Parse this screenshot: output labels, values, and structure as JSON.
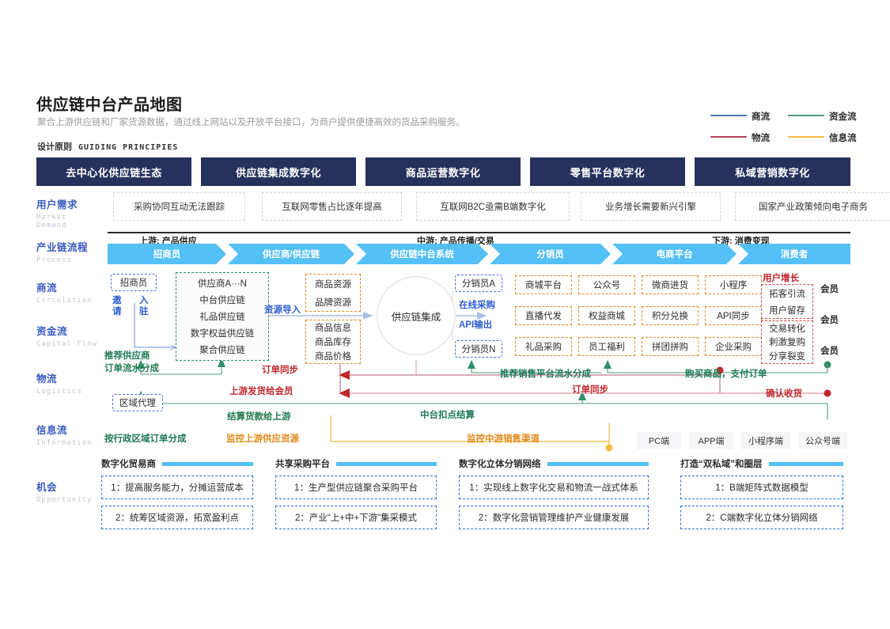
{
  "header": {
    "title": "供应链中台产品地图",
    "subtitle": "聚合上游供应链和厂家货源数据，通过线上网站以及开放平台接口，为商户提供便捷高效的货品采购服务。",
    "principles_cn": "设计原则",
    "principles_en": "GUIDING PRINCIPIES"
  },
  "legend": {
    "items": [
      {
        "label": "商流",
        "color": "#4a78c4"
      },
      {
        "label": "资金流",
        "color": "#4e9c7a"
      },
      {
        "label": "物流",
        "color": "#b5455f"
      },
      {
        "label": "信息流",
        "color": "#f2bb43"
      }
    ]
  },
  "pillars": [
    "去中心化供应链生态",
    "供应链集成数字化",
    "商品运营数字化",
    "零售平台数字化",
    "私域营销数字化"
  ],
  "sidebar": [
    {
      "cn": "用户需求",
      "en": "Market Demand"
    },
    {
      "cn": "产业链流程",
      "en": "Process"
    },
    {
      "cn": "商流",
      "en": "Circulation"
    },
    {
      "cn": "资金流",
      "en": "Capital Flow"
    },
    {
      "cn": "物流",
      "en": "Logistics"
    },
    {
      "cn": "信息流",
      "en": "Information"
    },
    {
      "cn": "机会",
      "en": "Opportunity"
    }
  ],
  "demand": [
    "采购协同互动无法跟踪",
    "互联网零售占比逐年提高",
    "互联网B2C亟需B端数字化",
    "业务增长需要新兴引擎",
    "国家产业政策倾向电子商务"
  ],
  "process": {
    "stage_labels": [
      "上游: 产品供应",
      "中游: 产品传播/交易",
      "下游: 消费变现"
    ],
    "steps": [
      "招商员",
      "供应商/供应链",
      "供应链中台系统",
      "分销员",
      "电商平台",
      "消费者"
    ]
  },
  "circulation": {
    "recruiter_box": "招商员",
    "recruiter_v1": "邀请",
    "recruiter_v2": "入驻",
    "recommend_supplier": "推荐供应商",
    "recommend_supplier2": "订单流水分成",
    "supplier_list": [
      "供应商A···N",
      "中台供应链",
      "礼品供应链",
      "数字权益供应链",
      "聚合供应链"
    ],
    "resource_import": "资源导入",
    "resource_box_1": [
      "商品资源",
      "品牌资源"
    ],
    "resource_box_2": [
      "商品信息",
      "商品库存",
      "商品价格"
    ],
    "center_circle": "供应链集成",
    "distributor_a": "分销员A",
    "distributor_n": "分销员N",
    "online_purchase": "在线采购",
    "api_output": "API输出",
    "channels": [
      [
        "商城平台",
        "公众号",
        "微商进货",
        "小程序"
      ],
      [
        "直播代发",
        "权益商城",
        "积分兑换",
        "API同步"
      ],
      [
        "礼品采购",
        "员工福利",
        "拼团拼购",
        "企业采购"
      ]
    ],
    "growth_title": "用户增长",
    "growth_box_1": [
      "拓客引流",
      "用户留存"
    ],
    "growth_box_2": [
      "交易转化",
      "刺激复购",
      "分享裂变"
    ],
    "members": [
      "会员",
      "会员",
      "会员"
    ]
  },
  "flows": {
    "order_sync_left": "订单同步",
    "order_sync_right": "订单同步",
    "upstream_ship": "上游发货给会员",
    "settle_upstream": "结算货款给上游",
    "platform_deduction": "中台扣点结算",
    "recommend_sales_share": "推荐销售平台流水分成",
    "buy_goods_pay_order": "购买商品，支付订单",
    "confirm_receipt": "确认收货",
    "region_agent": "区域代理",
    "region_order_share": "按行政区域订单分成",
    "monitor_upstream": "监控上游供应资源",
    "monitor_midstream": "监控中游销售渠道",
    "terminals": [
      "PC端",
      "APP端",
      "小程序端",
      "公众号端"
    ]
  },
  "opportunity": [
    {
      "title": "数字化贸易商",
      "items": [
        "1：提高服务能力，分摊运营成本",
        "2：统筹区域资源，拓宽盈利点"
      ]
    },
    {
      "title": "共享采购平台",
      "items": [
        "1：生产型供应链聚合采购平台",
        "2：产业“上+中+下游”集采模式"
      ]
    },
    {
      "title": "数字化立体分销网络",
      "items": [
        "1：实现线上数字化交易和物流一战式体系",
        "2：数字化营销管理维护产业健康发展"
      ]
    },
    {
      "title": "打造“双私域”和圈层",
      "items": [
        "1：B端矩阵式数据模型",
        "2：C端数字化立体分销网络"
      ]
    }
  ],
  "colors": {
    "navy": "#27315c",
    "chevron_blue": "#54c0f5",
    "accent_blue": "#3a5bbf",
    "green": "#1f7a52",
    "red": "#c0272d",
    "orange": "#e08b1e"
  }
}
